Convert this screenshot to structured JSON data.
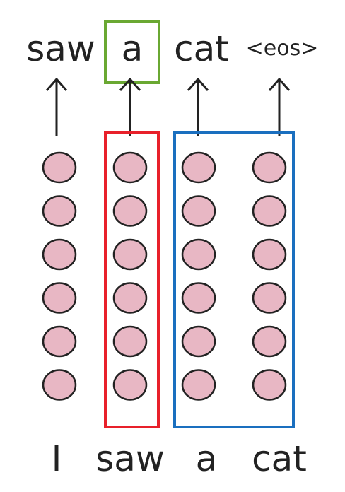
{
  "output_tokens": [
    "saw",
    "a",
    "cat",
    "<eos>"
  ],
  "input_tokens": [
    "I",
    "saw",
    "a",
    "cat"
  ],
  "neurons_per_column": 6,
  "colors": {
    "neuron_fill": "#e8b7c4",
    "neuron_stroke": "#222222",
    "arrow": "#222222",
    "highlight_output": "#6aa832",
    "highlight_current_input": "#e8202a",
    "highlight_future_inputs": "#1a6fbf"
  }
}
